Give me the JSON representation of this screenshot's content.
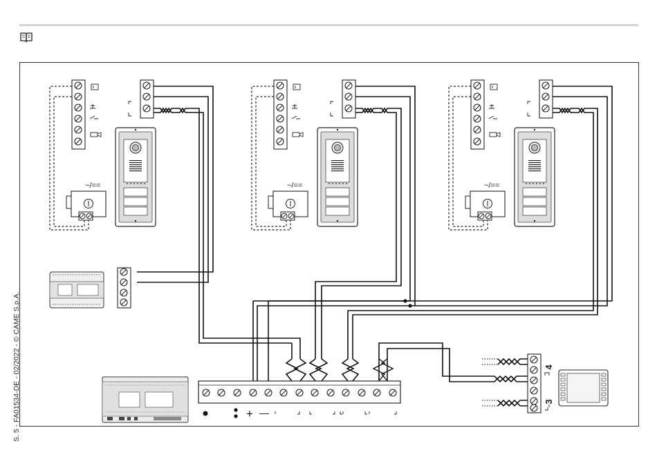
{
  "footer": {
    "page": "S. 5",
    "doc_code": "FA01534-DE",
    "date": "02/2022",
    "copyright": "© CAME S.p.A.",
    "separator": " - "
  },
  "icons": {
    "manual": "open-book-icon"
  },
  "stations": [
    {
      "id": "left"
    },
    {
      "id": "middle"
    },
    {
      "id": "right"
    }
  ],
  "lock_supply_label": "~/==",
  "main_terminal": {
    "symbols": {
      "plus": "+",
      "minus": "—"
    }
  },
  "device_terminal": {
    "top_number": "4",
    "bottom_number": "3"
  }
}
